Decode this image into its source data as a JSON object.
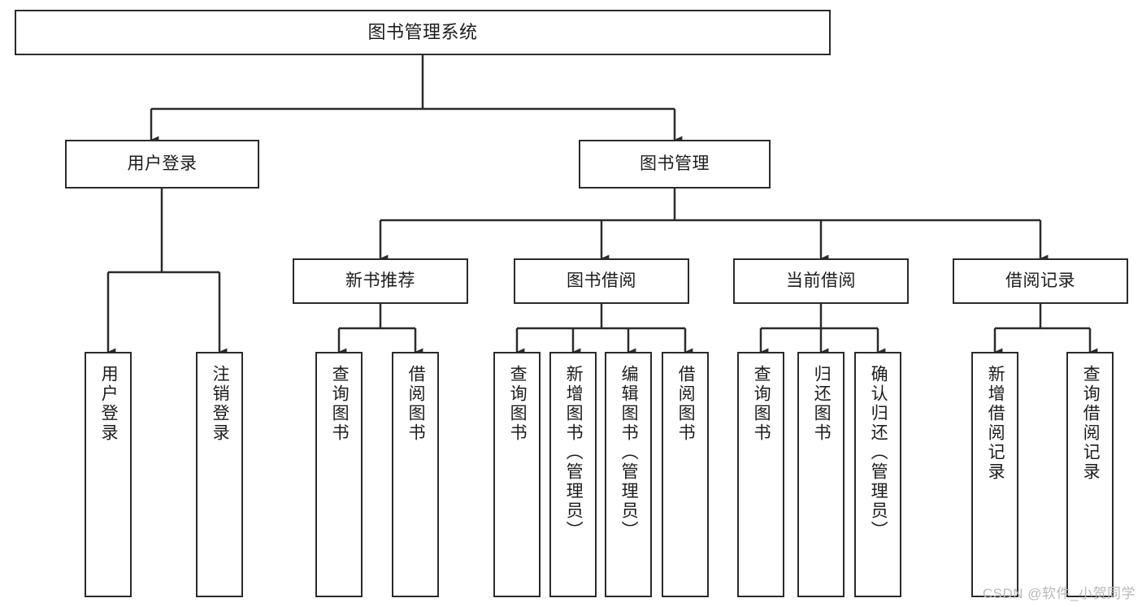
{
  "diagram": {
    "title": "图书管理系统",
    "type": "hierarchy-tree",
    "colors": {
      "border": "#2b2b2b",
      "background": "#ffffff",
      "text": "#1c1c1c",
      "watermark": "#b9b9b9"
    },
    "levels": {
      "root": {
        "label": "图书管理系统"
      },
      "level2": [
        {
          "label": "用户登录"
        },
        {
          "label": "图书管理"
        }
      ],
      "level3": [
        {
          "label": "新书推荐"
        },
        {
          "label": "图书借阅"
        },
        {
          "label": "当前借阅"
        },
        {
          "label": "借阅记录"
        }
      ],
      "leaves": {
        "user_login": [
          {
            "label": "用户登录"
          },
          {
            "label": "注销登录"
          }
        ],
        "new_book_recommend": [
          {
            "label": "查询图书"
          },
          {
            "label": "借阅图书"
          }
        ],
        "book_borrow": [
          {
            "label": "查询图书"
          },
          {
            "label": "新增图书（管理员）"
          },
          {
            "label": "编辑图书（管理员）"
          },
          {
            "label": "借阅图书"
          }
        ],
        "current_borrow": [
          {
            "label": "查询图书"
          },
          {
            "label": "归还图书"
          },
          {
            "label": "确认归还（管理员）"
          }
        ],
        "borrow_record": [
          {
            "label": "新增借阅记录"
          },
          {
            "label": "查询借阅记录"
          }
        ]
      }
    },
    "watermark": "CSDN @软件_小贺同学"
  }
}
